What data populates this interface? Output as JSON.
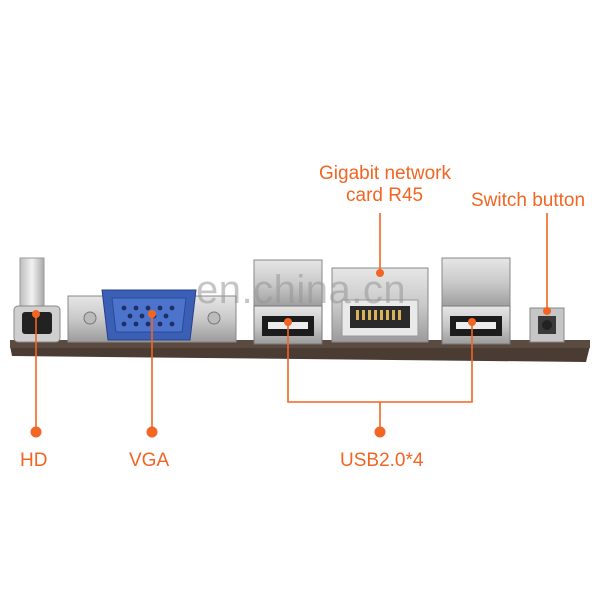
{
  "labels": {
    "gigabit_line1": "Gigabit network",
    "gigabit_line2": "card R45",
    "switch_button": "Switch button",
    "hd": "HD",
    "vga": "VGA",
    "usb": "USB2.0*4"
  },
  "watermark": "en.china.cn",
  "colors": {
    "accent": "#f26522",
    "vga_blue": "#3b5fb5",
    "pcb": "#4a3b33"
  }
}
